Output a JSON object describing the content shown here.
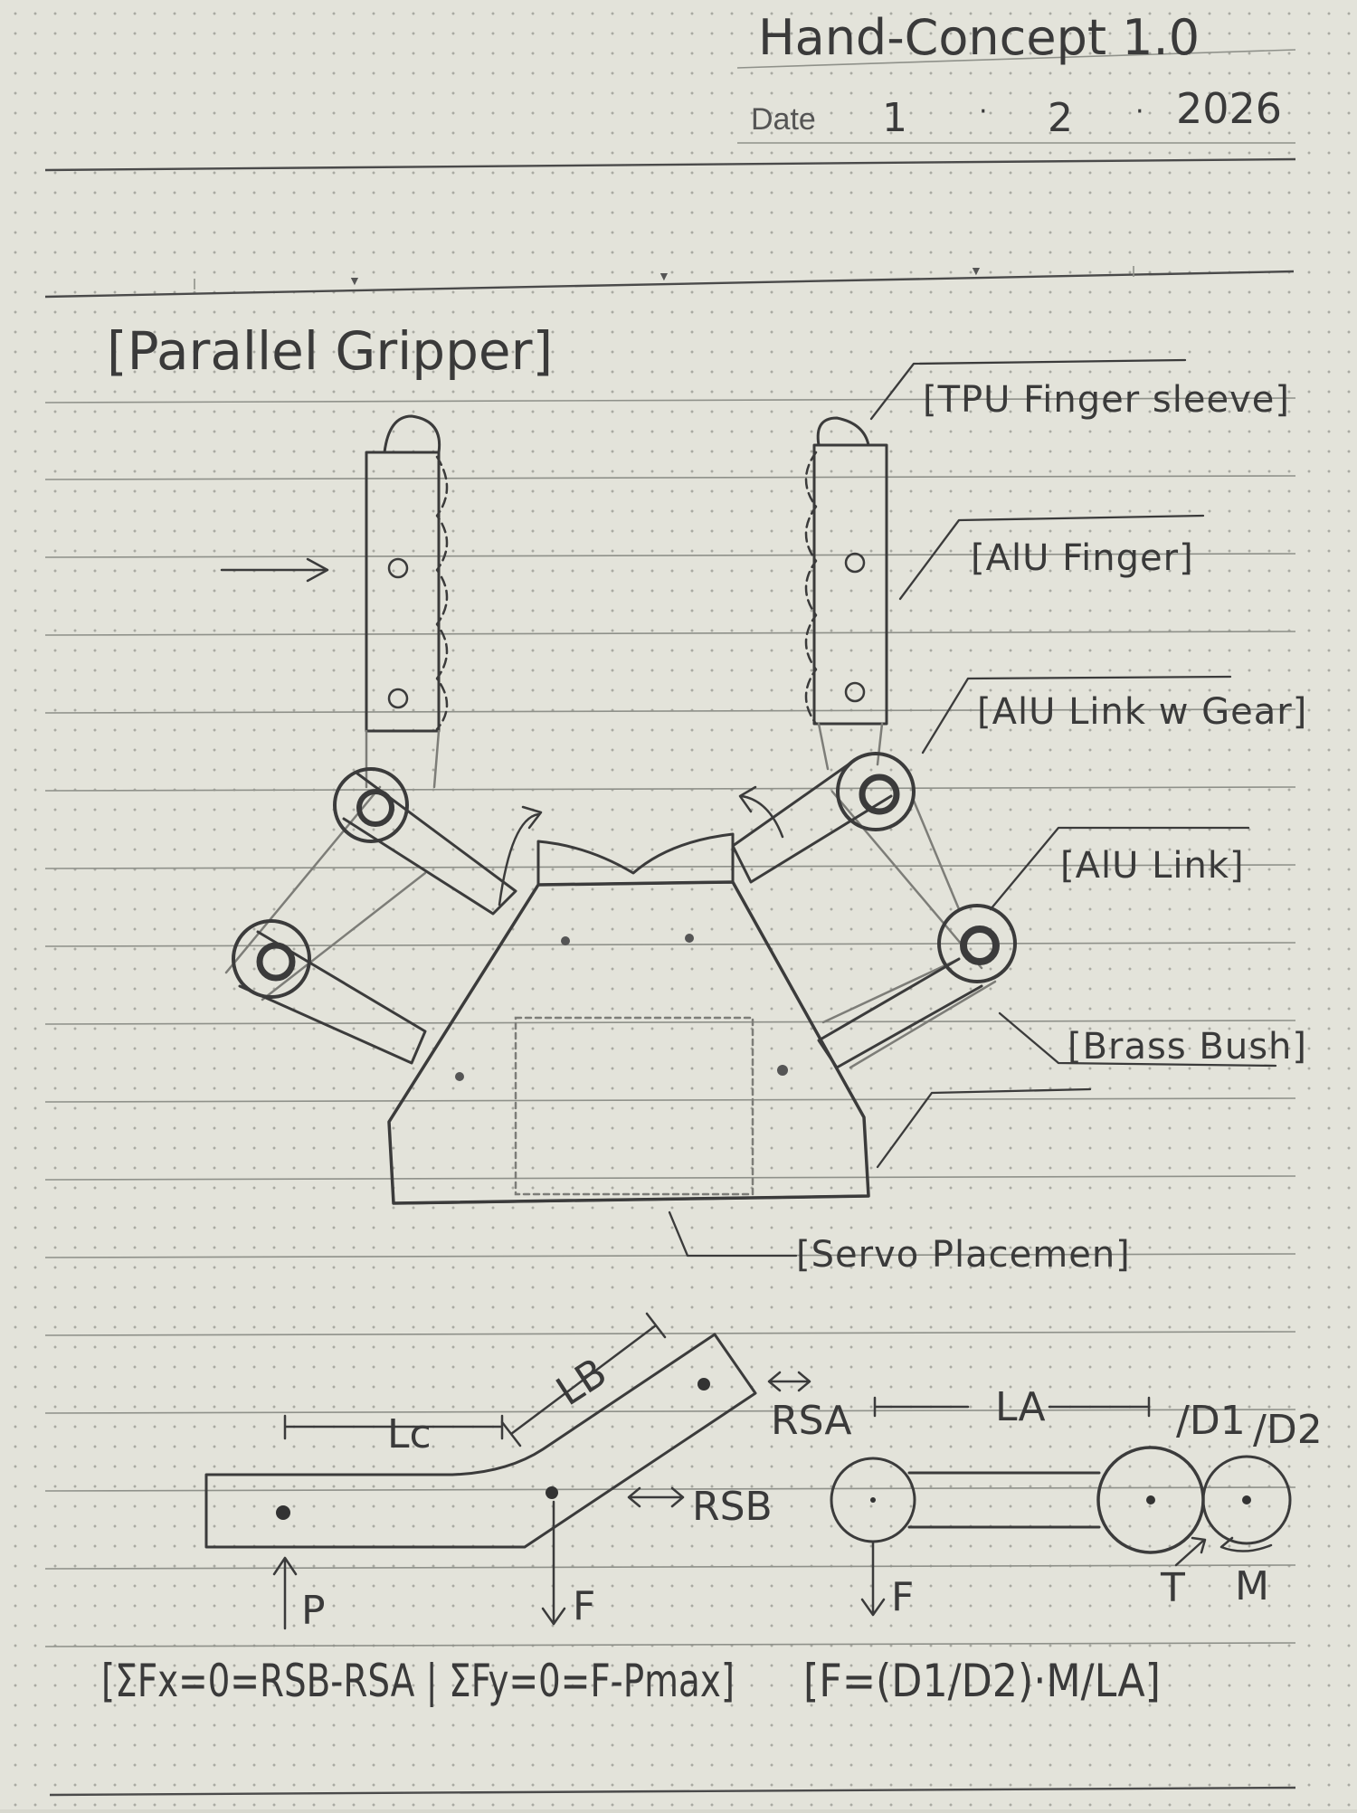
{
  "header": {
    "title": "Hand-Concept 1.0",
    "date_label": "Date",
    "date_day": "1",
    "date_month": "2",
    "date_year": "2026"
  },
  "sketch": {
    "section_title": "[Parallel Gripper]",
    "labels": {
      "tpu_sleeve": "[TPU Finger sleeve]",
      "alu_finger": "[AlU Finger]",
      "alu_link_gear": "[AlU Link w Gear]",
      "alu_link": "[AlU Link]",
      "brass_bush": "[Brass Bush]",
      "servo": "[Servo Placemen]"
    }
  },
  "analysis": {
    "dims": {
      "lc": "Lc",
      "lb": "LB",
      "la": "LA",
      "d1": "/D1",
      "d2": "/D2"
    },
    "forces": {
      "rsa": "RSA",
      "rsb": "RSB",
      "p": "P",
      "f_left": "F",
      "f_right": "F",
      "t": "T",
      "m": "M"
    },
    "equations": {
      "left": "[ΣFx=0=RSB-RSA | ΣFy=0=F-Pmax]",
      "right": "[F=(D1/D2)·M/LA]"
    }
  }
}
